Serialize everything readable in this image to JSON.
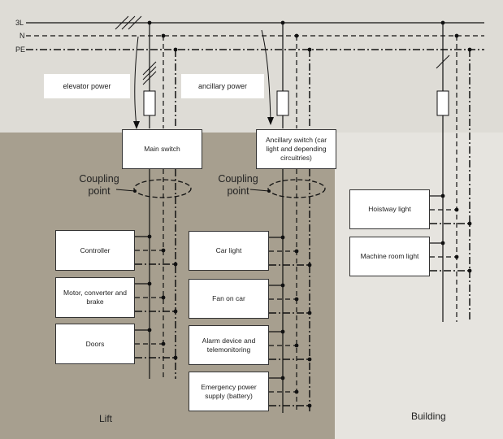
{
  "bus": {
    "lines": [
      {
        "label": "3L"
      },
      {
        "label": "N"
      },
      {
        "label": "PE"
      }
    ]
  },
  "callouts": {
    "elevator_power": "elevator power",
    "ancillary_power": "ancillary power"
  },
  "switches": {
    "main": "Main switch",
    "ancillary": "Ancillary switch (car light and depending circuitries)"
  },
  "coupling_point": {
    "left": "Coupling point",
    "right": "Coupling point"
  },
  "lift_loads_left": [
    {
      "label": "Controller"
    },
    {
      "label": "Motor, converter and brake"
    },
    {
      "label": "Doors"
    }
  ],
  "lift_loads_right": [
    {
      "label": "Car light"
    },
    {
      "label": "Fan on car"
    },
    {
      "label": "Alarm device and telemonitoring"
    },
    {
      "label": "Emergency power supply (battery)"
    }
  ],
  "building_loads": [
    {
      "label": "Hoistway light"
    },
    {
      "label": "Machine room light"
    }
  ],
  "areas": {
    "lift": "Lift",
    "building": "Building"
  },
  "colors": {
    "background": "#dedcd6",
    "lift_area": "#a79f8f",
    "building_area": "#e6e4df",
    "line": "#111111",
    "box": "#ffffff"
  }
}
